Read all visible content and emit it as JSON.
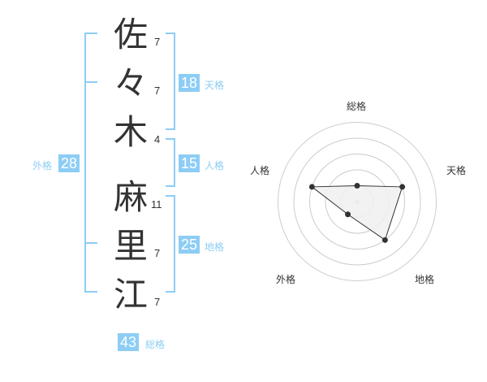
{
  "name_chars": [
    {
      "char": "佐",
      "strokes": "7"
    },
    {
      "char": "々",
      "strokes": "7"
    },
    {
      "char": "木",
      "strokes": "4"
    },
    {
      "char": "麻",
      "strokes": "11"
    },
    {
      "char": "里",
      "strokes": "7"
    },
    {
      "char": "江",
      "strokes": "7"
    }
  ],
  "kaku": {
    "tenkaku": {
      "value": "18",
      "label": "天格"
    },
    "jinkaku": {
      "value": "15",
      "label": "人格"
    },
    "chikaku": {
      "value": "25",
      "label": "地格"
    },
    "gaikaku": {
      "value": "28",
      "label": "外格"
    },
    "soukaku": {
      "value": "43",
      "label": "総格"
    }
  },
  "colors": {
    "accent": "#8dcdf5",
    "text": "#333333",
    "radar_fill": "#f0f0f0",
    "radar_grid": "#cccccc"
  },
  "chart_data": {
    "type": "radar",
    "axes": [
      "総格",
      "天格",
      "地格",
      "外格",
      "人格"
    ],
    "max": 4,
    "values": [
      1,
      3,
      3,
      1,
      3
    ]
  }
}
